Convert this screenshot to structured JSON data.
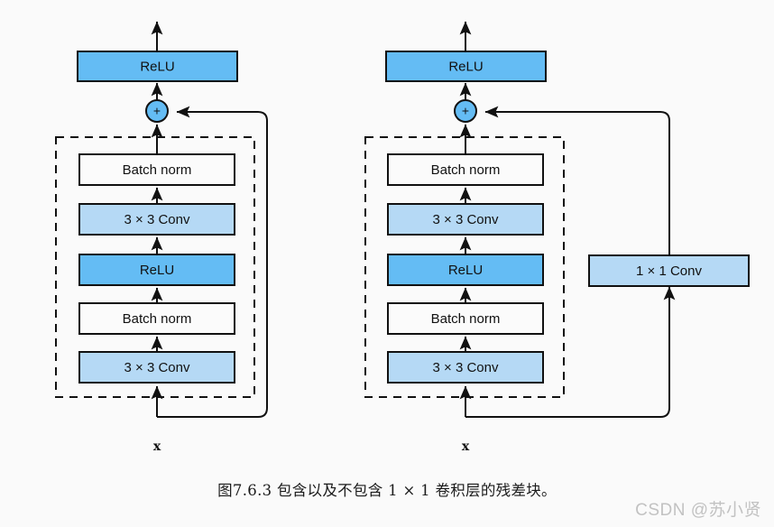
{
  "page": {
    "background_color": "#fafafa",
    "truncated_top_text": "",
    "caption": "图7.6.3  包含以及不包含 1 × 1 卷积层的残差块。",
    "watermark": "CSDN @苏小贤"
  },
  "colors": {
    "relu_fill": "#64bcf4",
    "conv_fill": "#b5d9f5",
    "batchnorm_fill": "#fbfbfb",
    "stroke": "#111111",
    "plus_fill": "#64bcf4",
    "page_bg": "#fafafa",
    "caption_color": "#1a1a1a",
    "watermark_color": "#c2c2c2"
  },
  "diagrams": [
    {
      "id": "residual-block-plain",
      "name": "residual block without 1x1 conv",
      "input_label": "x",
      "output_relu": "ReLU",
      "adder_symbol": "+",
      "blocks": [
        {
          "label": "Batch norm",
          "style": "batchnorm"
        },
        {
          "label": "3 × 3 Conv",
          "style": "conv"
        },
        {
          "label": "ReLU",
          "style": "relu"
        },
        {
          "label": "Batch norm",
          "style": "batchnorm"
        },
        {
          "label": "3 × 3 Conv",
          "style": "conv"
        }
      ],
      "shortcut_has_conv": false,
      "shortcut_label": null
    },
    {
      "id": "residual-block-1x1",
      "name": "residual block with 1x1 conv",
      "input_label": "x",
      "output_relu": "ReLU",
      "adder_symbol": "+",
      "blocks": [
        {
          "label": "Batch norm",
          "style": "batchnorm"
        },
        {
          "label": "3 × 3 Conv",
          "style": "conv"
        },
        {
          "label": "ReLU",
          "style": "relu"
        },
        {
          "label": "Batch norm",
          "style": "batchnorm"
        },
        {
          "label": "3 × 3 Conv",
          "style": "conv"
        }
      ],
      "shortcut_has_conv": true,
      "shortcut_label": "1 × 1 Conv"
    }
  ]
}
